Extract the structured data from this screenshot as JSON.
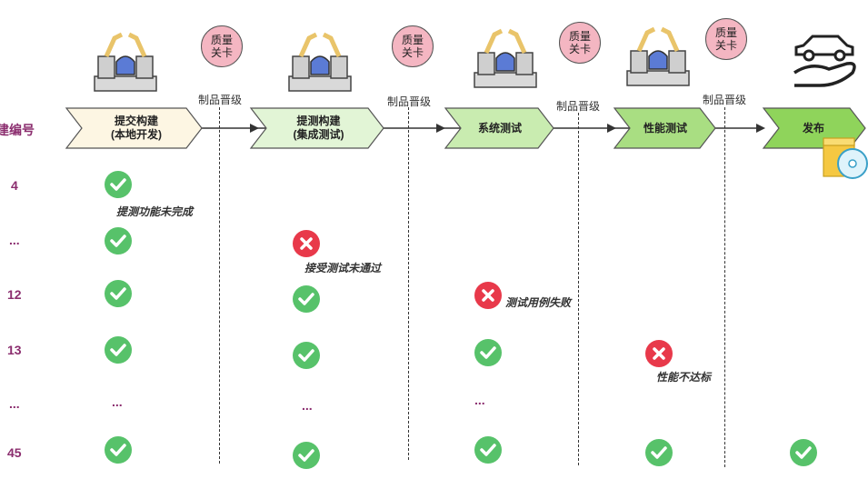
{
  "header": {
    "row_label": "建编号"
  },
  "stages": [
    {
      "label": "提交构建\n(本地开发)"
    },
    {
      "label": "提测构建\n(集成测试)"
    },
    {
      "label": "系统测试"
    },
    {
      "label": "性能测试"
    },
    {
      "label": "发布"
    }
  ],
  "gates": [
    {
      "label": "质量\n关卡",
      "promote": "制品晋级"
    },
    {
      "label": "质量\n关卡",
      "promote": "制品晋级"
    },
    {
      "label": "质量\n关卡",
      "promote": "制品晋级"
    },
    {
      "label": "质量\n关卡",
      "promote": "制品晋级"
    }
  ],
  "rows": [
    {
      "id": "4"
    },
    {
      "id": "..."
    },
    {
      "id": "12"
    },
    {
      "id": "13"
    },
    {
      "id": "..."
    },
    {
      "id": "45"
    }
  ],
  "notes": {
    "row4": "提测功能未完成",
    "row_dots": "接受测试未通过",
    "row12": "测试用例失败",
    "row13": "性能不达标"
  },
  "ellipsis": "...",
  "icons": {
    "robot": "robot-arm-icon",
    "release": "hand-car-icon",
    "pass": "check-icon",
    "fail": "cross-icon",
    "package": "package-disc-icon"
  },
  "colors": {
    "stage1": "#fdf6e3",
    "stage2": "#e2f5d6",
    "stage3": "#c9ecb0",
    "stage4": "#a9de82",
    "stage5": "#8fd45b",
    "pass": "#57c26a",
    "fail": "#e8394a",
    "gate": "#f4b6c2",
    "row_label": "#8b2d6e"
  }
}
